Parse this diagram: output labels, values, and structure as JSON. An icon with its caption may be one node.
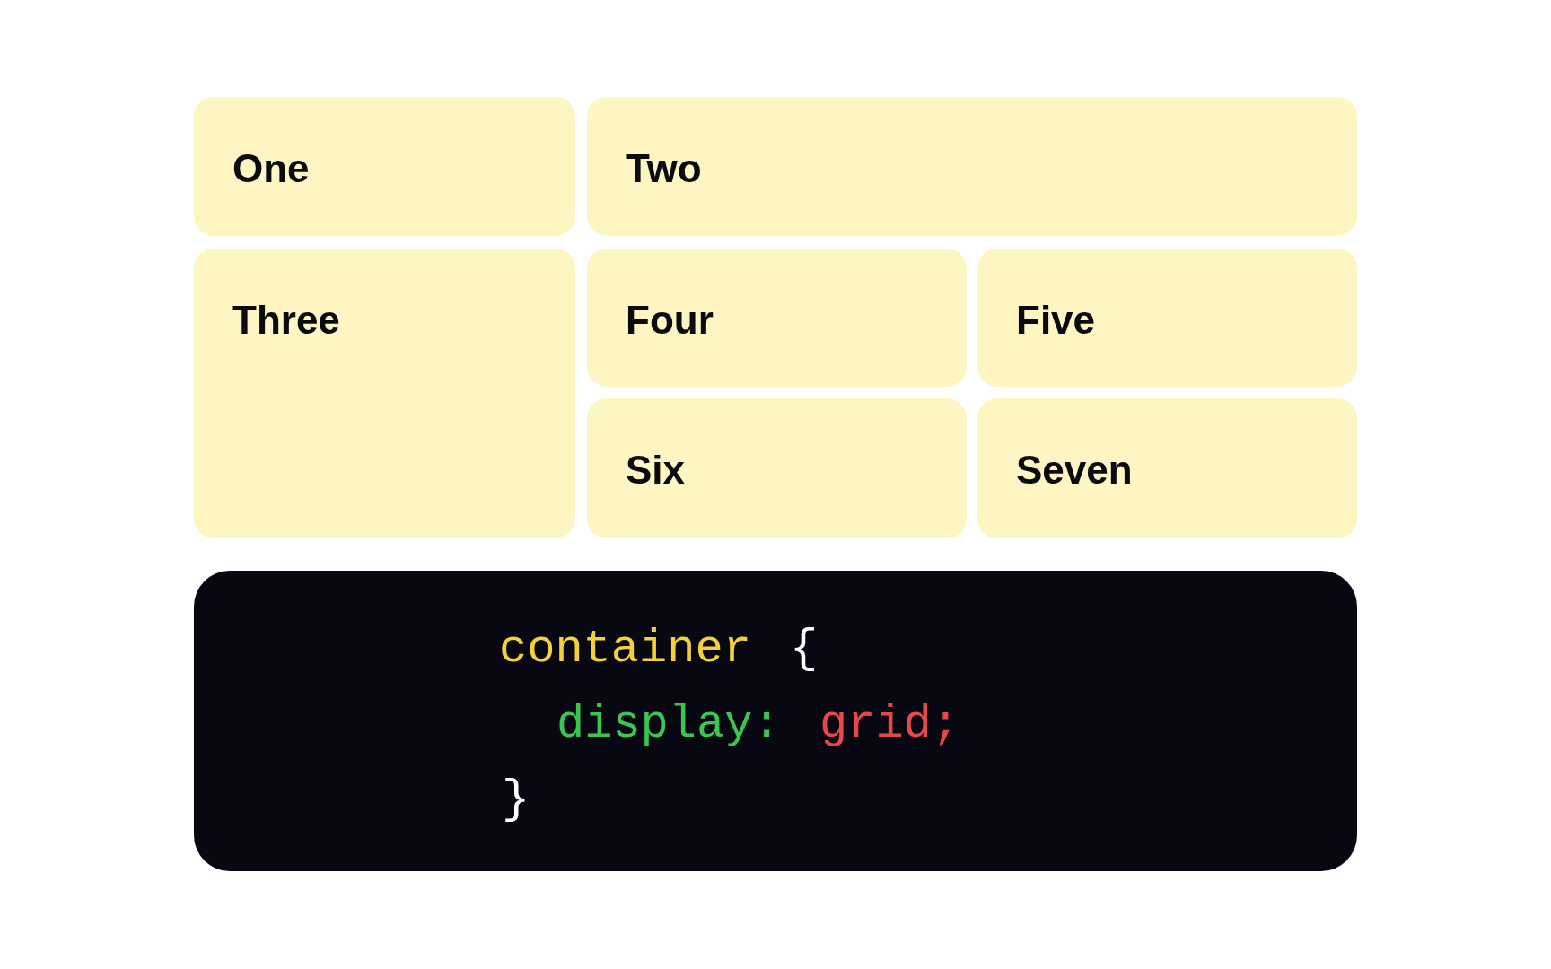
{
  "diagram": {
    "nodes": [
      {
        "text": [
          "One"
        ]
      },
      {
        "text": [
          "Two"
        ]
      },
      {
        "text": [
          "Three"
        ]
      },
      {
        "text": [
          "Four"
        ]
      },
      {
        "text": [
          "Five"
        ]
      },
      {
        "text": [
          "Six"
        ]
      },
      {
        "text": [
          "Seven"
        ]
      },
      {
        "text": [
          "container",
          "{",
          "display:",
          "grid;",
          "}"
        ]
      }
    ]
  }
}
